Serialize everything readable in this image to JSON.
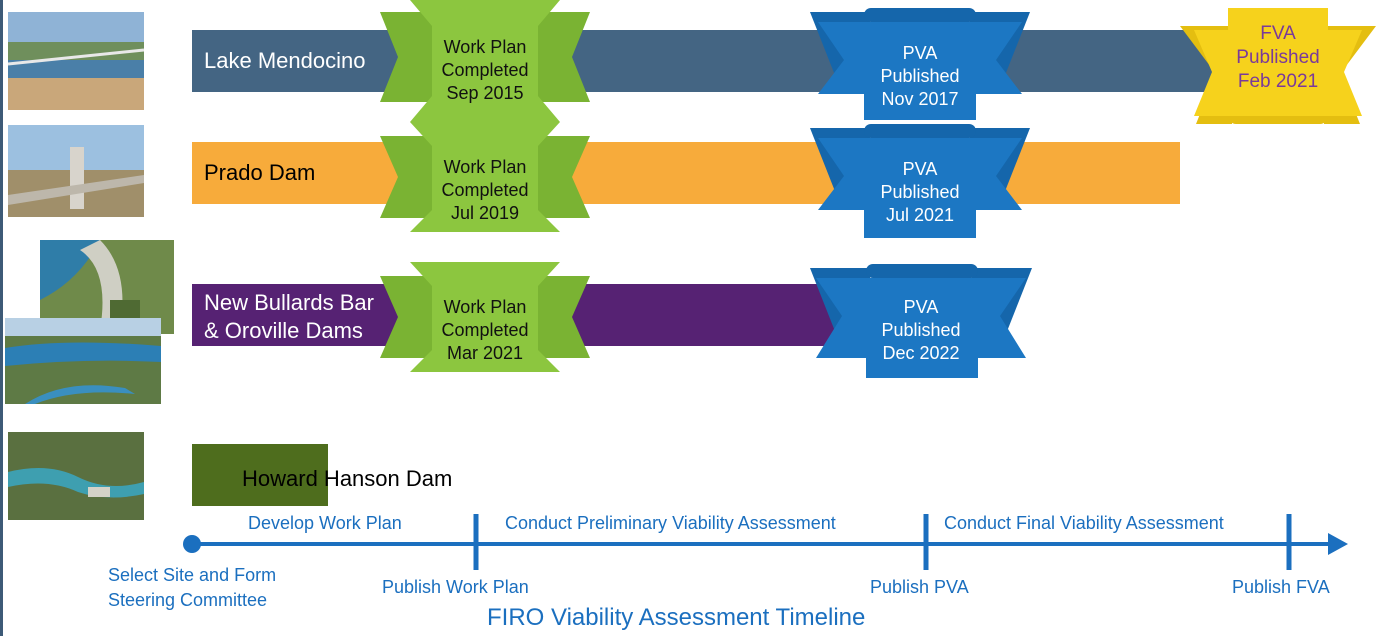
{
  "colors": {
    "mendocino_bar": "#446583",
    "prado_bar": "#f7ab3b",
    "bullards_bar": "#562273",
    "howard_block": "#4e6d1d",
    "work_plan_ribbon": "#8cc63f",
    "pva_ribbon": "#1c77c3",
    "fva_ribbon": "#f6d21c",
    "fva_text": "#7a3a9a",
    "timeline": "#1b6fbf"
  },
  "photos": [
    {
      "name": "lake-mendocino-photo"
    },
    {
      "name": "prado-dam-photo"
    },
    {
      "name": "new-bullards-bar-photo"
    },
    {
      "name": "oroville-dam-photo"
    },
    {
      "name": "howard-hanson-photo"
    }
  ],
  "projects": {
    "mendocino": {
      "label": "Lake Mendocino",
      "work_plan": [
        "Work Plan",
        "Completed",
        "Sep 2015"
      ],
      "pva": [
        "PVA",
        "Published",
        "Nov 2017"
      ],
      "fva": [
        "FVA",
        "Published",
        "Feb 2021"
      ]
    },
    "prado": {
      "label": "Prado Dam",
      "work_plan": [
        "Work Plan",
        "Completed",
        "Jul 2019"
      ],
      "pva": [
        "PVA",
        "Published",
        "Jul 2021"
      ]
    },
    "bullards": {
      "label_line1": "New Bullards Bar",
      "label_line2": "& Oroville Dams",
      "work_plan": [
        "Work Plan",
        "Completed",
        "Mar 2021"
      ],
      "pva": [
        "PVA",
        "Published",
        "Dec 2022"
      ]
    },
    "howard": {
      "label_part1": "Howard",
      "label_part2": " Hanson Dam"
    }
  },
  "timeline": {
    "phases": [
      "Develop Work Plan",
      "Conduct Preliminary Viability Assessment",
      "Conduct Final Viability Assessment"
    ],
    "milestones": {
      "start_line1": "Select Site and Form",
      "start_line2": "Steering Committee",
      "work_plan": "Publish Work Plan",
      "pva": "Publish PVA",
      "fva": "Publish FVA"
    },
    "title": "FIRO Viability Assessment Timeline"
  }
}
